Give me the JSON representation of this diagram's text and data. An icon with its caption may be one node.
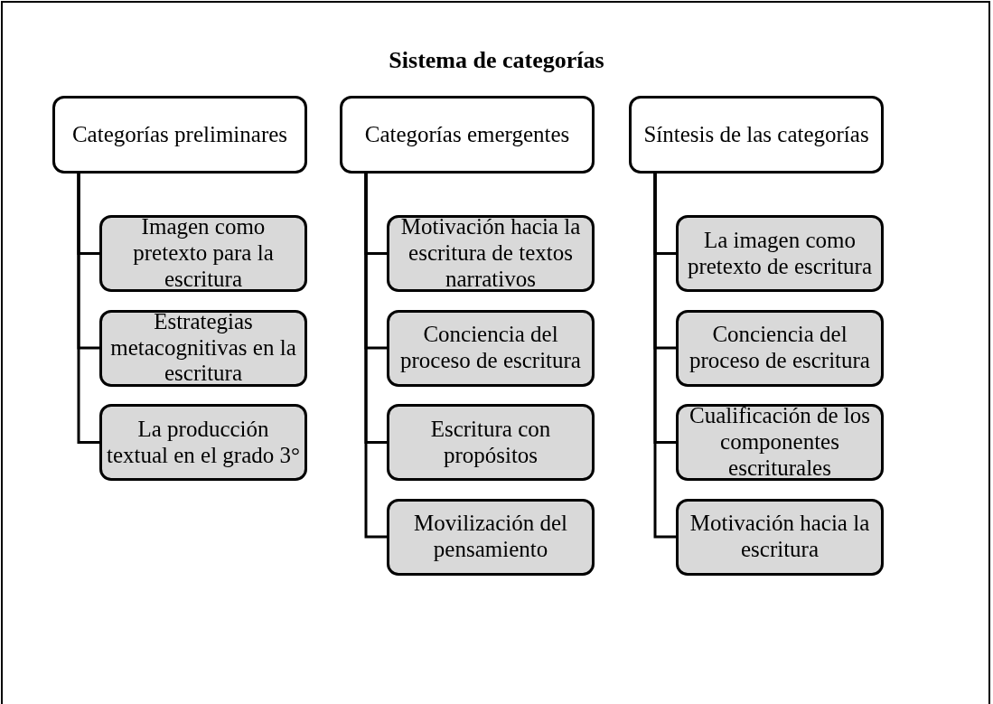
{
  "diagram": {
    "title": "Sistema de categorías",
    "nodes": [
      {
        "text": [
          "Categorías preliminares"
        ]
      },
      {
        "text": [
          "Imagen como pretexto para la escritura"
        ]
      },
      {
        "text": [
          "Estrategias metacognitivas en la escritura"
        ]
      },
      {
        "text": [
          "La producción textual en el grado 3°"
        ]
      },
      {
        "text": [
          "Categorías emergentes"
        ]
      },
      {
        "text": [
          "Motivación hacia la escritura de textos narrativos"
        ]
      },
      {
        "text": [
          "Conciencia del proceso de escritura"
        ]
      },
      {
        "text": [
          "Escritura con propósitos"
        ]
      },
      {
        "text": [
          "Movilización del pensamiento"
        ]
      },
      {
        "text": [
          "Síntesis de las categorías"
        ]
      },
      {
        "text": [
          "La imagen como pretexto de escritura"
        ]
      },
      {
        "text": [
          "Conciencia del proceso de escritura"
        ]
      },
      {
        "text": [
          "Cualificación de los componentes escriturales"
        ]
      },
      {
        "text": [
          "Motivación hacia la escritura"
        ]
      }
    ],
    "edges": [
      {
        "from": 0,
        "to": 1,
        "arrow": "none"
      },
      {
        "from": 0,
        "to": 2,
        "arrow": "none"
      },
      {
        "from": 0,
        "to": 3,
        "arrow": "none"
      },
      {
        "from": 4,
        "to": 5,
        "arrow": "none"
      },
      {
        "from": 4,
        "to": 6,
        "arrow": "none"
      },
      {
        "from": 4,
        "to": 7,
        "arrow": "none"
      },
      {
        "from": 4,
        "to": 8,
        "arrow": "none"
      },
      {
        "from": 9,
        "to": 10,
        "arrow": "none"
      },
      {
        "from": 9,
        "to": 11,
        "arrow": "none"
      },
      {
        "from": 9,
        "to": 12,
        "arrow": "none"
      },
      {
        "from": 9,
        "to": 13,
        "arrow": "none"
      }
    ]
  }
}
